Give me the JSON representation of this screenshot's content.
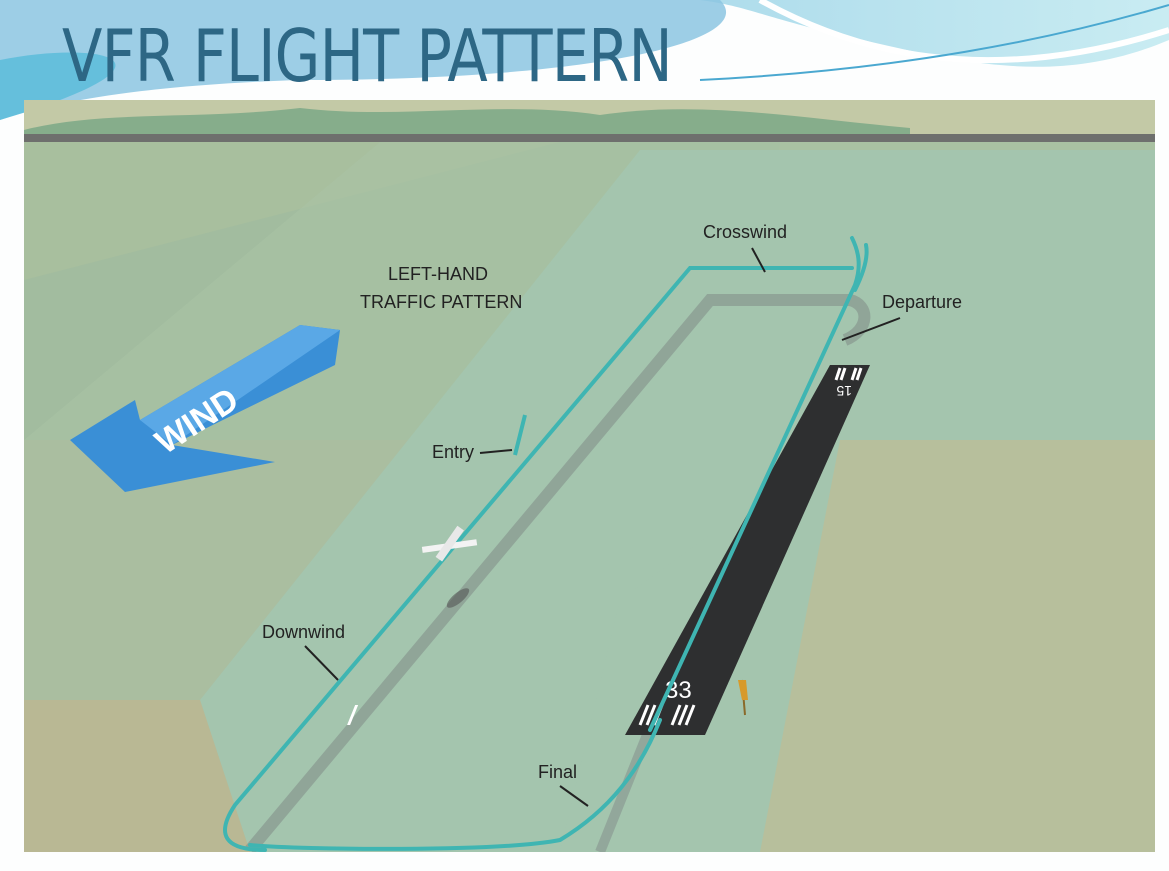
{
  "slide": {
    "title": "VFR FLIGHT PATTERN"
  },
  "diagram": {
    "heading_line1": "LEFT-HAND",
    "heading_line2": "TRAFFIC PATTERN",
    "wind_label": "WIND",
    "legs": {
      "crosswind": "Crosswind",
      "departure": "Departure",
      "entry": "Entry",
      "downwind": "Downwind",
      "final": "Final"
    },
    "runway": {
      "near_number": "33",
      "far_number": "15"
    },
    "colors": {
      "pattern": "#3fb5b2",
      "title": "#2d6785",
      "wind": "#3a8fd6",
      "runway": "#2e2f30"
    }
  }
}
